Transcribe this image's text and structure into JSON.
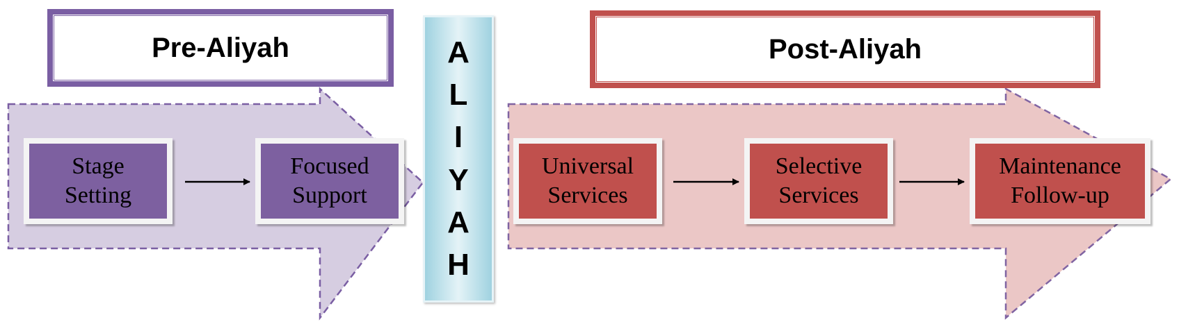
{
  "pre_phase": {
    "title": "Pre-Aliyah",
    "color": "#7a5ea3",
    "arrow_fill": "#ccc0da",
    "steps": [
      {
        "line1": "Stage",
        "line2": "Setting"
      },
      {
        "line1": "Focused",
        "line2": "Support"
      }
    ]
  },
  "aliyah_bar": {
    "letters": [
      "A",
      "L",
      "I",
      "Y",
      "A",
      "H"
    ]
  },
  "post_phase": {
    "title": "Post-Aliyah",
    "color": "#c0504d",
    "arrow_fill": "#e6b9b8",
    "steps": [
      {
        "line1": "Universal",
        "line2": "Services"
      },
      {
        "line1": "Selective",
        "line2": "Services"
      },
      {
        "line1": "Maintenance",
        "line2": "Follow-up"
      }
    ]
  }
}
